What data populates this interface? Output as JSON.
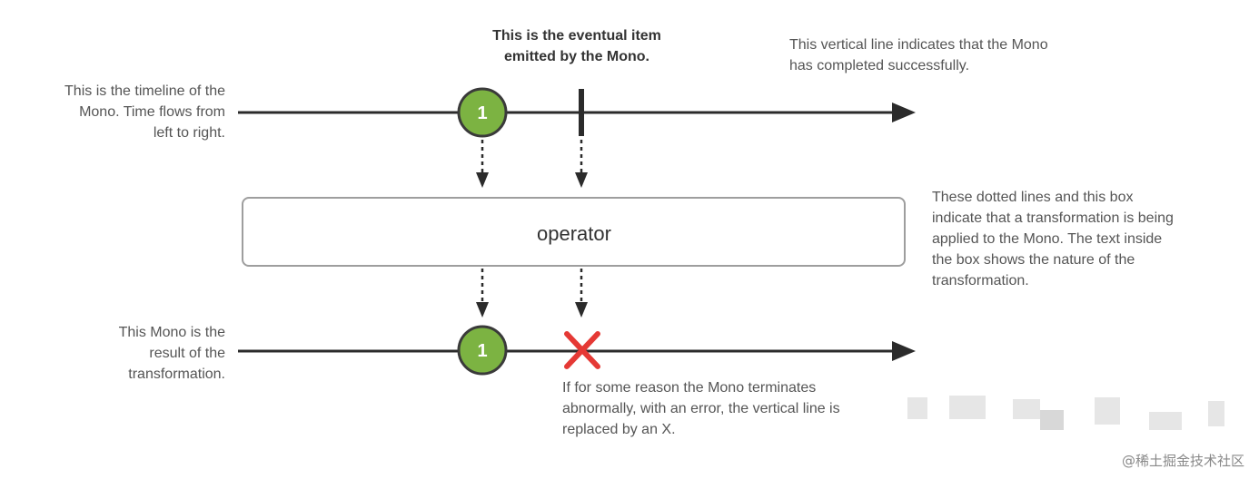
{
  "notes": {
    "timeline": [
      "This is the timeline of the",
      "Mono. Time flows from",
      "left to right."
    ],
    "eventual_item": [
      "This is the eventual item",
      "emitted by the Mono."
    ],
    "completed": [
      "This vertical line indicates that the Mono",
      "has completed successfully."
    ],
    "operator_note": [
      "These dotted lines and this box",
      "indicate that a transformation is being",
      "applied to the Mono. The text inside",
      "the box shows the nature of the",
      "transformation."
    ],
    "result": [
      "This Mono is the",
      "result of the",
      "transformation."
    ],
    "error": [
      "If for some reason the Mono terminates",
      "abnormally, with an error, the vertical line is",
      "replaced by an X."
    ]
  },
  "operator_label": "operator",
  "item_top_label": "1",
  "item_bottom_label": "1",
  "watermark": "@稀土掘金技术社区",
  "colors": {
    "line": "#2b2b2b",
    "item_fill": "#7cb342",
    "item_stroke": "#3a3a3a",
    "error_x": "#e53935",
    "box_stroke": "#9e9e9e"
  }
}
